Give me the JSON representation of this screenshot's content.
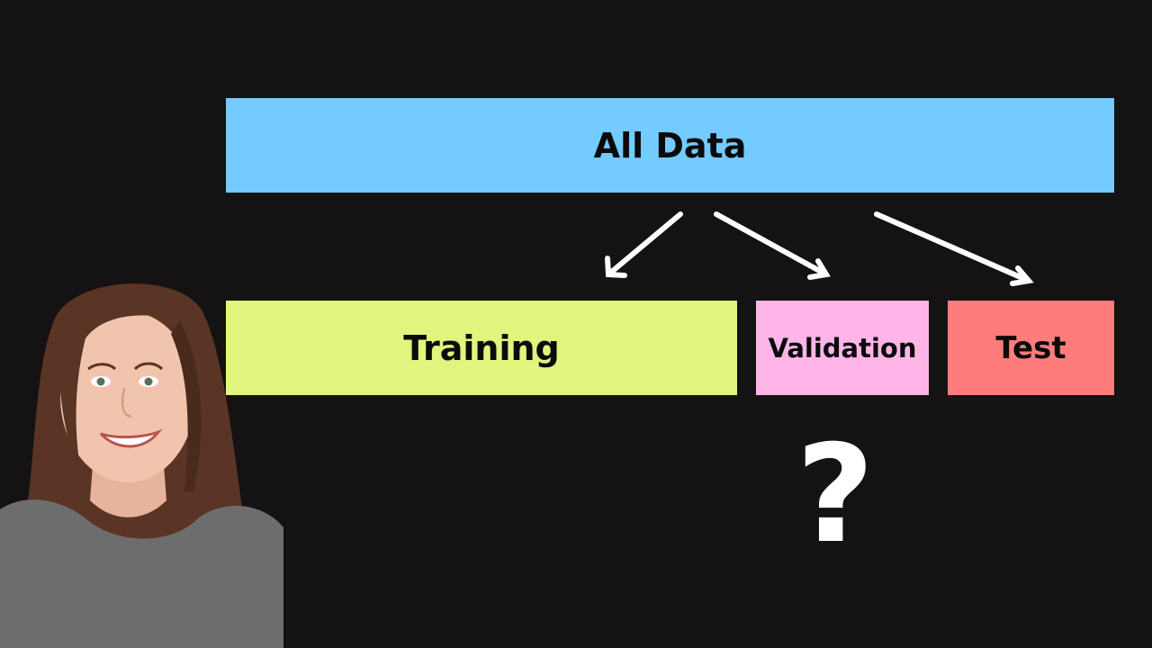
{
  "diagram": {
    "root": {
      "label": "All Data",
      "color": "#73cbff"
    },
    "splits": [
      {
        "label": "Training",
        "color": "#e0f47e"
      },
      {
        "label": "Validation",
        "color": "#ffb5e8"
      },
      {
        "label": "Test",
        "color": "#ff7c7c"
      }
    ],
    "question_mark": "?",
    "arrow_color": "#ffffff"
  },
  "presenter": {
    "hair_color": "#5a3424",
    "skin_color": "#f1c4ae",
    "sweater_color": "#6d6d6d"
  }
}
